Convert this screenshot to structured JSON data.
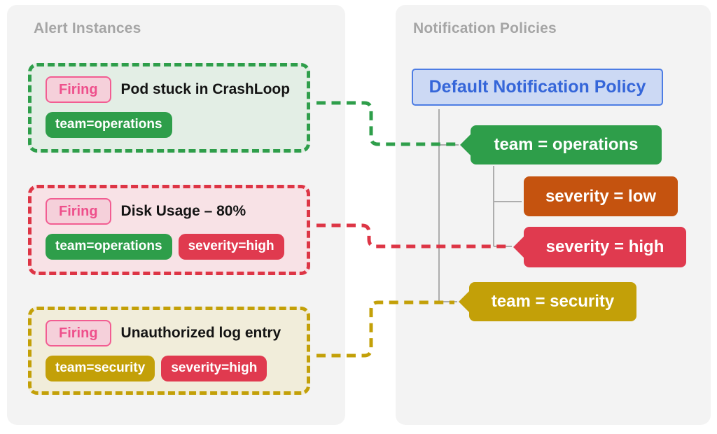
{
  "left_panel": {
    "title": "Alert Instances",
    "alerts": [
      {
        "badge": "Firing",
        "title": "Pod stuck in CrashLoop",
        "labels": [
          {
            "text": "team=operations",
            "color": "green"
          }
        ]
      },
      {
        "badge": "Firing",
        "title": "Disk Usage – 80%",
        "labels": [
          {
            "text": "team=operations",
            "color": "green"
          },
          {
            "text": "severity=high",
            "color": "red"
          }
        ]
      },
      {
        "badge": "Firing",
        "title": "Unauthorized log entry",
        "labels": [
          {
            "text": "team=security",
            "color": "gold"
          },
          {
            "text": "severity=high",
            "color": "red"
          }
        ]
      }
    ]
  },
  "right_panel": {
    "title": "Notification Policies",
    "root_policy": "Default Notification Policy",
    "matchers": [
      {
        "label": "team = operations",
        "color": "green",
        "pointer": true
      },
      {
        "label": "severity = low",
        "color": "orange",
        "pointer": false
      },
      {
        "label": "severity = high",
        "color": "red",
        "pointer": true
      },
      {
        "label": "team = security",
        "color": "gold",
        "pointer": true
      }
    ]
  },
  "colors": {
    "green": "#2e9e4a",
    "red": "#e03a4f",
    "orange": "#c5530f",
    "gold": "#c3a008",
    "policy_blue_border": "#4d7de4",
    "policy_blue_bg": "#ccd9f4",
    "policy_blue_text": "#3566d9",
    "firing_pink_border": "#f25d92",
    "firing_pink_text": "#ee4f8b",
    "firing_pink_bg": "#f5d0da",
    "tree_line_gray": "#adadad",
    "panel_bg": "#f3f3f3"
  }
}
